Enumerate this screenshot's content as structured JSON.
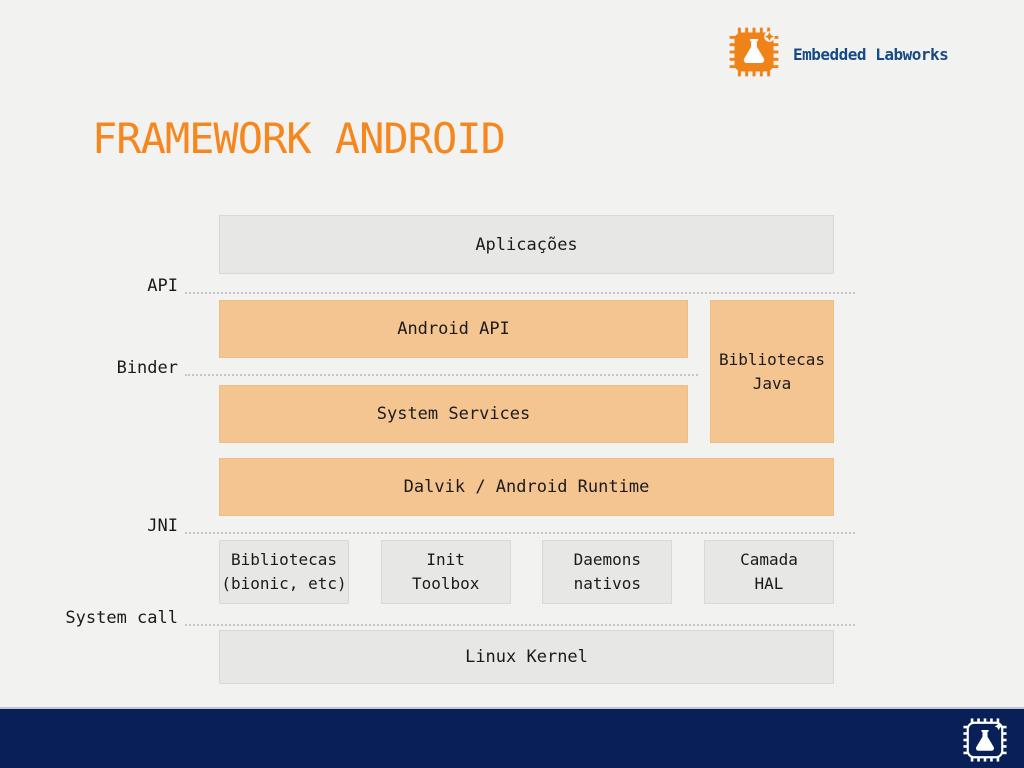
{
  "brand": {
    "name": "Embedded Labworks"
  },
  "title": "FRAMEWORK ANDROID",
  "diagram": {
    "labels": {
      "api": "API",
      "binder": "Binder",
      "jni": "JNI",
      "system_call": "System call"
    },
    "boxes": {
      "aplicacoes": {
        "label": "Aplicações"
      },
      "android_api": {
        "label": "Android API"
      },
      "bibliotecas_java": {
        "line1": "Bibliotecas",
        "line2": "Java"
      },
      "system_services": {
        "label": "System Services"
      },
      "dalvik": {
        "label": "Dalvik / Android Runtime"
      },
      "bibliotecas_bionic": {
        "line1": "Bibliotecas",
        "line2": "(bionic, etc)"
      },
      "init_toolbox": {
        "line1": "Init",
        "line2": "Toolbox"
      },
      "daemons_nativos": {
        "line1": "Daemons",
        "line2": "nativos"
      },
      "camada_hal": {
        "line1": "Camada",
        "line2": "HAL"
      },
      "linux_kernel": {
        "label": "Linux Kernel"
      }
    }
  },
  "colors": {
    "background": "#f2f2f1",
    "brand_orange": "#ef8318",
    "title_orange": "#f6871f",
    "box_orange": "#f4c491",
    "box_gray": "#e7e7e5",
    "footer_navy": "#082057",
    "brand_text_navy": "#174a85"
  }
}
